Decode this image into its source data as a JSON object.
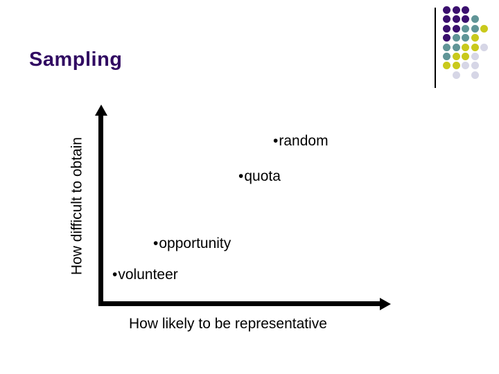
{
  "slide": {
    "title": "Sampling"
  },
  "colors": {
    "background": "#FFFFFF",
    "title_text": "#310A62",
    "axis_color": "#000000",
    "body_text": "#000000",
    "dot_purple": "#3A0F6E",
    "dot_teal": "#609597",
    "dot_yellow": "#C9C91C",
    "dot_lavender": "#D6D6E6"
  },
  "decor": {
    "color_map": {
      "P": "#3A0F6E",
      "T": "#609597",
      "Y": "#C9C91C",
      "L": "#D6D6E6"
    },
    "dot_grid_rows": [
      [
        "P",
        "P",
        "P",
        null,
        null
      ],
      [
        "P",
        "P",
        "P",
        "T",
        null
      ],
      [
        "P",
        "P",
        "T",
        "T",
        "Y"
      ],
      [
        "P",
        "T",
        "T",
        "Y",
        null
      ],
      [
        "T",
        "T",
        "Y",
        "Y",
        "L"
      ],
      [
        "T",
        "Y",
        "Y",
        "L",
        null
      ],
      [
        "Y",
        "Y",
        "L",
        "L",
        null
      ],
      [
        null,
        "L",
        null,
        "L",
        null
      ]
    ]
  },
  "chart_data": {
    "type": "scatter",
    "title": "Sampling",
    "xlabel": "How likely to be representative",
    "ylabel": "How difficult to obtain",
    "axis_style": "thick black arrows, no ticks, qualitative unlabeled scales",
    "x_range": [
      0,
      1
    ],
    "y_range": [
      0,
      1
    ],
    "legend": false,
    "grid": false,
    "bullet_char": "•",
    "points": [
      {
        "label": "random",
        "x": 0.6,
        "y": 0.82
      },
      {
        "label": "quota",
        "x": 0.49,
        "y": 0.65
      },
      {
        "label": "opportunity",
        "x": 0.2,
        "y": 0.31
      },
      {
        "label": "volunteer",
        "x": 0.06,
        "y": 0.16
      }
    ]
  }
}
